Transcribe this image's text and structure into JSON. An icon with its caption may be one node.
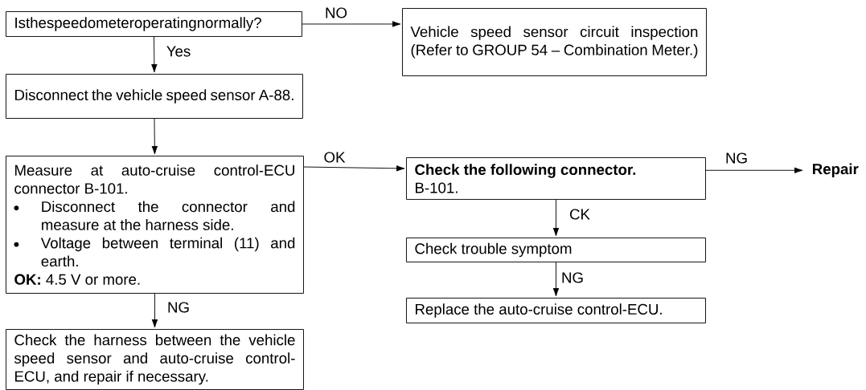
{
  "diagram": {
    "nodes": [
      {
        "text": [
          "Isthespeedometeroperatingnormally?"
        ]
      },
      {
        "text": [
          "Vehicle speed sensor circuit inspection (Refer to GROUP 54 – Combination Meter.)"
        ]
      },
      {
        "text": [
          "Disconnect the vehicle speed sensor A-88."
        ]
      },
      {
        "text": [
          "Measure at auto-cruise control-ECU connector B-101.",
          "Disconnect the connector and measure at the harness side.",
          "Voltage between terminal (11) and earth.",
          "**OK:** 4.5 V or more."
        ]
      },
      {
        "text": [
          "Check the following connector.",
          "B-101."
        ]
      },
      {
        "text": [
          "Repair"
        ]
      },
      {
        "text": [
          "Check trouble symptom"
        ]
      },
      {
        "text": [
          "Replace the auto-cruise control-ECU."
        ]
      },
      {
        "text": [
          "Check the harness between the vehicle speed sensor and auto-cruise control-ECU, and repair if necessary."
        ]
      }
    ],
    "edges": [
      {
        "from": 0,
        "to": 1,
        "arrow": "to",
        "label": "NO"
      },
      {
        "from": 0,
        "to": 2,
        "arrow": "to",
        "label": "Yes"
      },
      {
        "from": 2,
        "to": 3,
        "arrow": "to"
      },
      {
        "from": 3,
        "to": 4,
        "arrow": "to",
        "label": "OK"
      },
      {
        "from": 4,
        "to": 5,
        "arrow": "to",
        "label": "NG"
      },
      {
        "from": 4,
        "to": 6,
        "arrow": "to",
        "label": "CK"
      },
      {
        "from": 6,
        "to": 7,
        "arrow": "to",
        "label": "NG"
      },
      {
        "from": 3,
        "to": 8,
        "arrow": "to",
        "label": "NG"
      }
    ]
  }
}
